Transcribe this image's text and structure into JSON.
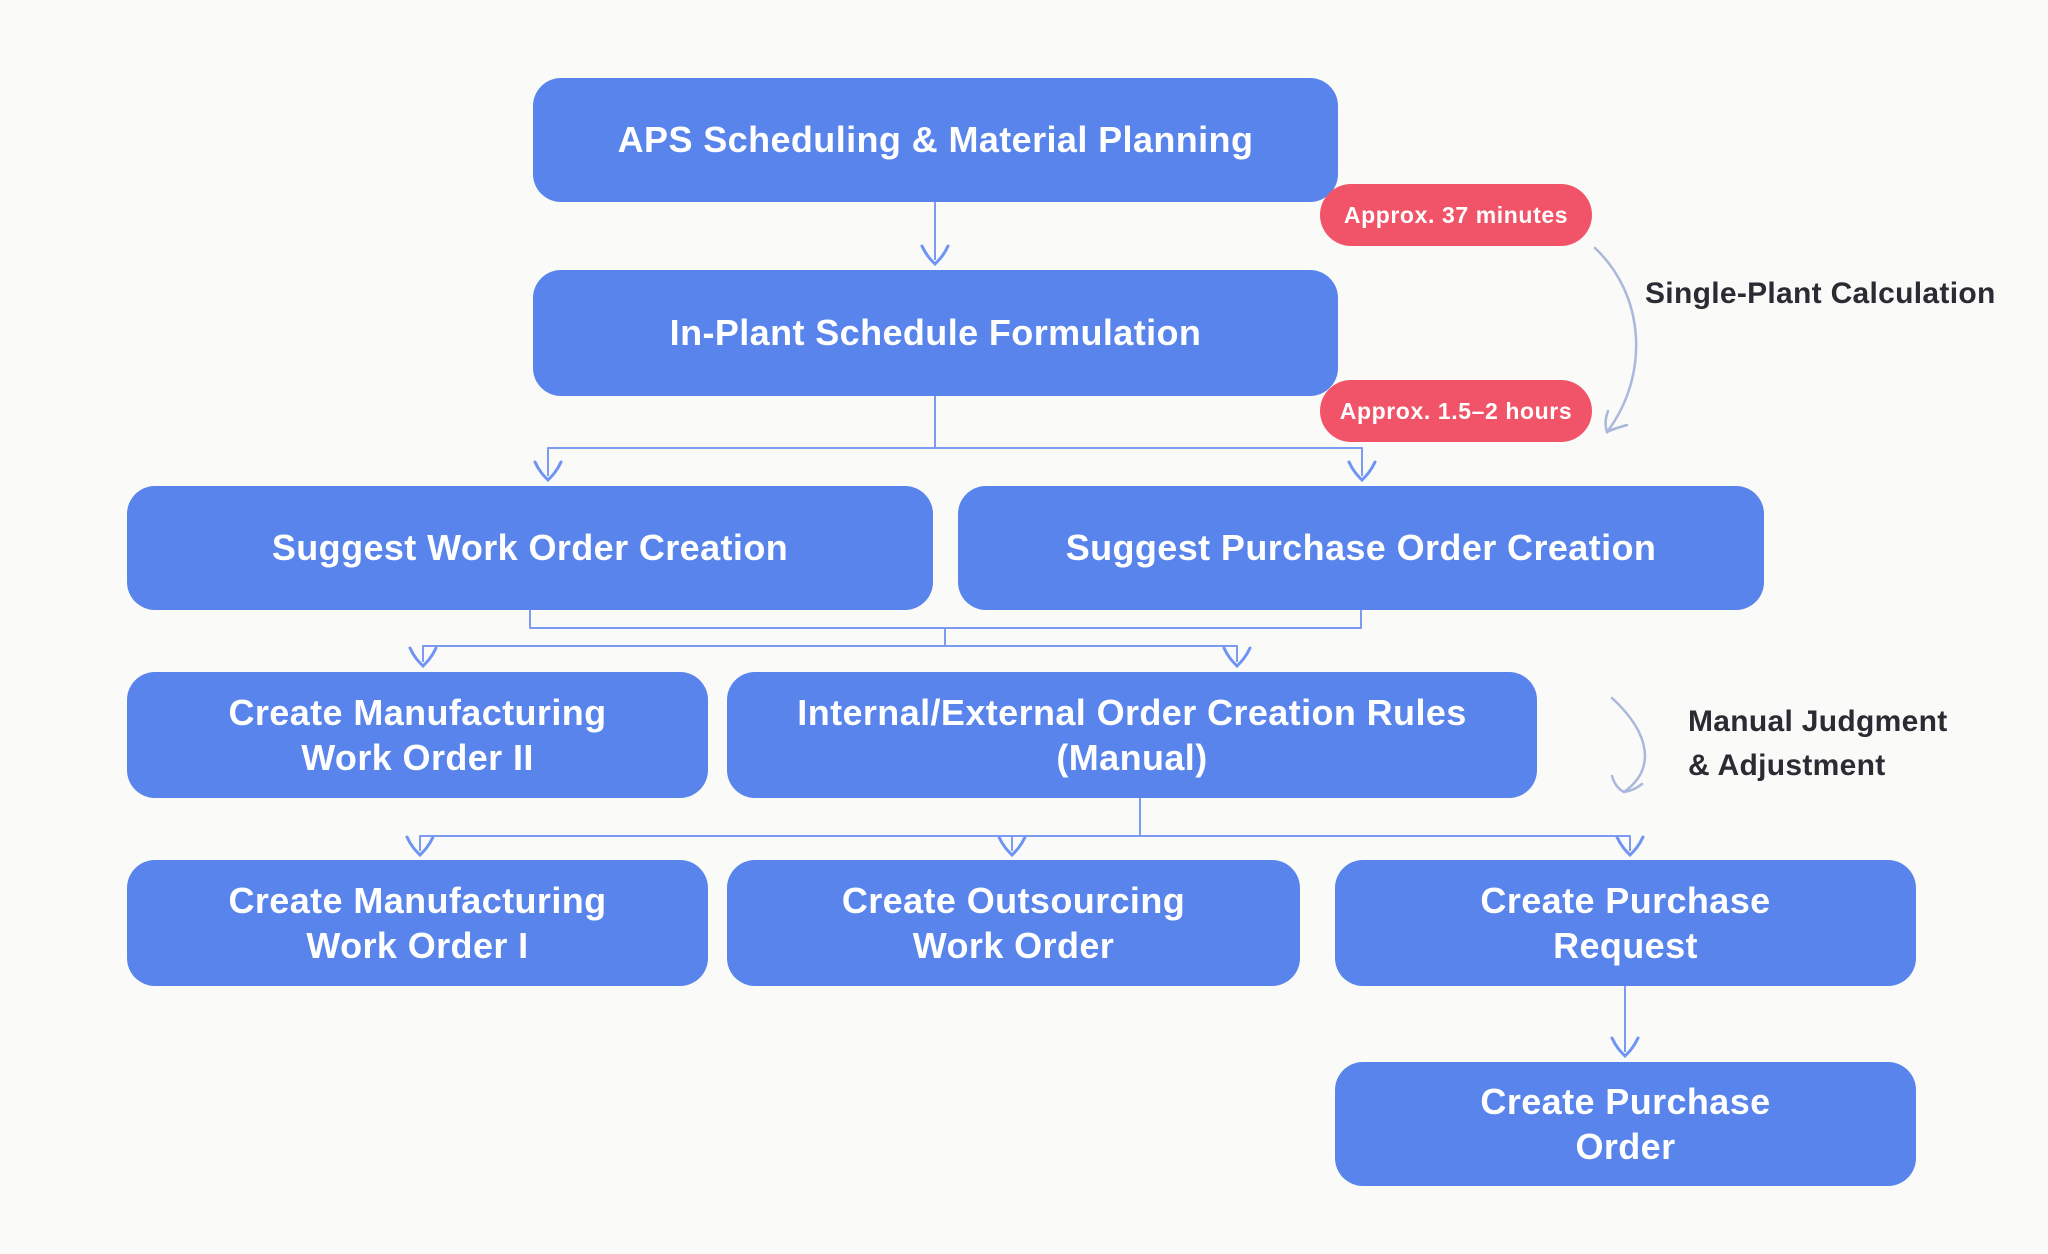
{
  "theme": {
    "background": "#FAFAF8",
    "node_blue": "#5884EC",
    "node_text": "#FFFFFF",
    "badge_red": "#F15468",
    "connector": "#7C9BF0",
    "connector_head": "#6F94F4",
    "annotation_arrow": "#ABB8DC",
    "annotation_text": "#2B2B33"
  },
  "nodes": {
    "aps": {
      "lines": [
        "APS Scheduling & Material Planning"
      ]
    },
    "inplant": {
      "lines": [
        "In-Plant Schedule Formulation"
      ]
    },
    "suggest_wo": {
      "lines": [
        "Suggest Work Order Creation"
      ]
    },
    "suggest_po": {
      "lines": [
        "Suggest Purchase Order Creation"
      ]
    },
    "create_mwo2": {
      "lines": [
        "Create Manufacturing",
        "Work Order II"
      ]
    },
    "rules_manual": {
      "lines": [
        "Internal/External Order Creation Rules",
        "(Manual)"
      ]
    },
    "create_mwo1": {
      "lines": [
        "Create Manufacturing",
        "Work Order I"
      ]
    },
    "create_owo": {
      "lines": [
        "Create Outsourcing",
        "Work Order"
      ]
    },
    "create_pr": {
      "lines": [
        "Create Purchase",
        "Request"
      ]
    },
    "create_po": {
      "lines": [
        "Create Purchase",
        "Order"
      ]
    }
  },
  "badges": {
    "duration_37min": {
      "label": "Approx. 37 minutes"
    },
    "duration_1_5_2h": {
      "label": "Approx. 1.5–2 hours"
    }
  },
  "annotations": {
    "single_plant": {
      "lines": [
        "Single-Plant Calculation"
      ]
    },
    "manual_judgment": {
      "lines": [
        "Manual Judgment",
        "& Adjustment"
      ]
    }
  }
}
